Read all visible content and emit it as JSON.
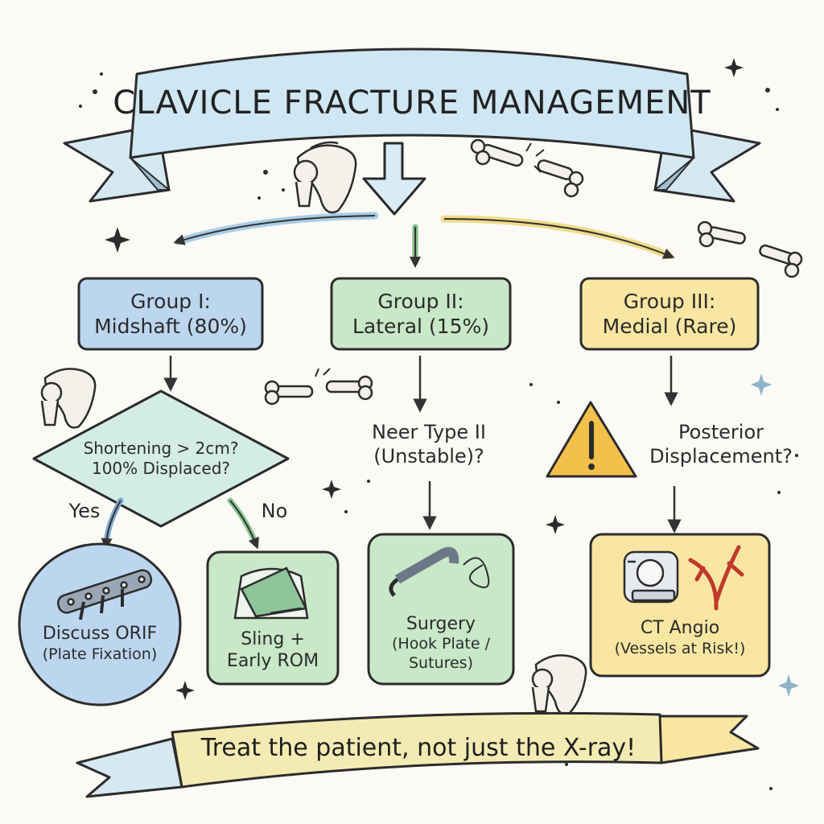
{
  "title": "CLAVICLE FRACTURE MANAGEMENT",
  "groups": [
    {
      "line1": "Group I:",
      "line2": "Midshaft (80%)",
      "color": "#bcd6ef"
    },
    {
      "line1": "Group II:",
      "line2": "Lateral (15%)",
      "color": "#c8e8c8"
    },
    {
      "line1": "Group III:",
      "line2": "Medial (Rare)",
      "color": "#f8e6a2"
    }
  ],
  "group1": {
    "question_line1": "Shortening > 2cm?",
    "question_line2": "100% Displaced?",
    "yes_label": "Yes",
    "no_label": "No",
    "yes_outcome_line1": "Discuss ORIF",
    "yes_outcome_line2": "(Plate Fixation)",
    "no_outcome_line1": "Sling +",
    "no_outcome_line2": "Early ROM"
  },
  "group2": {
    "question_line1": "Neer Type II",
    "question_line2": "(Unstable)?",
    "outcome_line1": "Surgery",
    "outcome_line2": "(Hook Plate /",
    "outcome_line3": "Sutures)"
  },
  "group3": {
    "question_line1": "Posterior",
    "question_line2": "Displacement?",
    "outcome_line1": "CT Angio",
    "outcome_line2": "(Vessels at Risk!)"
  },
  "footer": "Treat the patient, not just the X-ray!",
  "icons": [
    "shoulder-icon",
    "broken-bone-icon",
    "warning-icon",
    "plate-screws-icon",
    "arm-sling-icon",
    "hook-plate-icon",
    "ct-scanner-icon",
    "blood-vessels-icon",
    "sparkle-icon"
  ],
  "colors": {
    "blue": "#bcd6ef",
    "green": "#c8e8c8",
    "yellow": "#f8e6a2",
    "ink": "#2a2a2a",
    "warning": "#f4c04c"
  }
}
